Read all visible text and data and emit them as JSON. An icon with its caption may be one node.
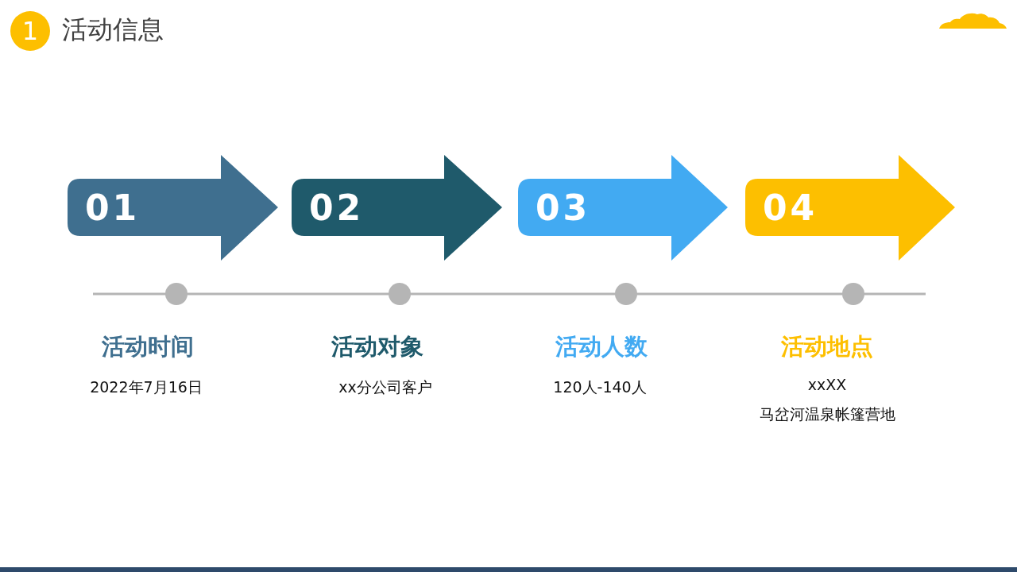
{
  "diagram": {
    "title": "活动信息",
    "nodes": [
      {
        "text": [
          "01"
        ]
      },
      {
        "text": [
          "02"
        ]
      },
      {
        "text": [
          "03"
        ]
      },
      {
        "text": [
          "04"
        ]
      }
    ],
    "labels": [
      "1",
      "活动时间",
      "2022年7月16日",
      "活动对象",
      "xx分公司客户",
      "活动人数",
      "120人-140人",
      "活动地点",
      "xxXX",
      "马岔河温泉帐篷营地"
    ]
  }
}
